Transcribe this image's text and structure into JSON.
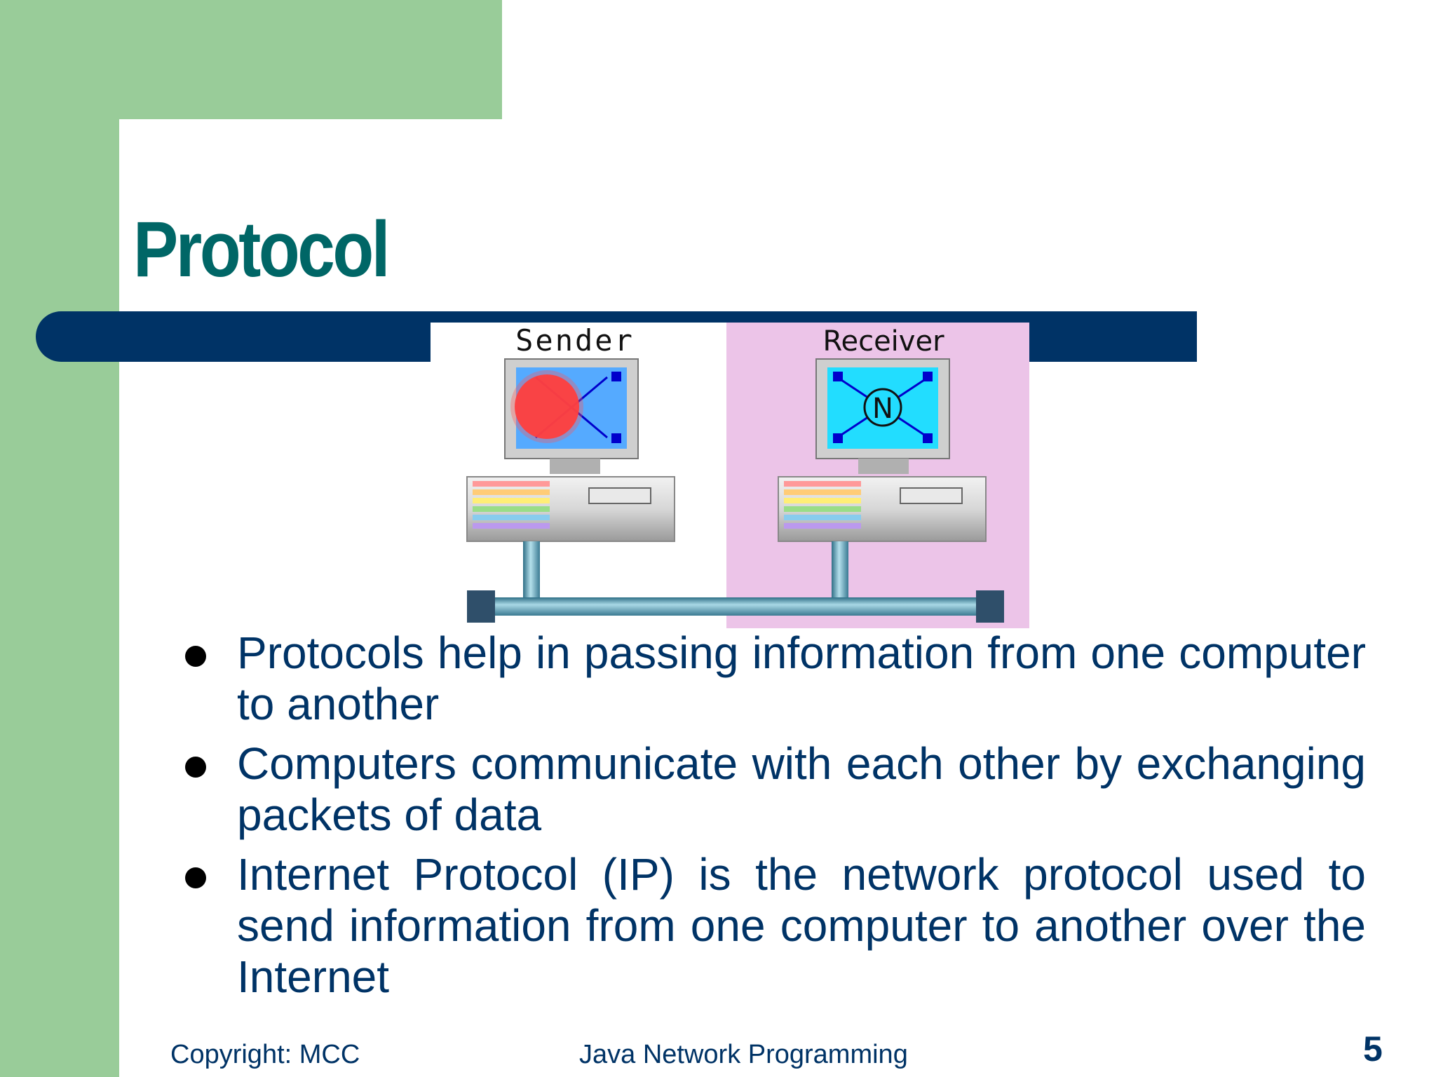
{
  "slide": {
    "title": "Protocol"
  },
  "diagram": {
    "sender_label": "Sender",
    "receiver_label": "Receiver",
    "receiver_screen_letter": "N",
    "icons": [
      "sender-computer-icon",
      "receiver-computer-icon",
      "network-cable-icon"
    ]
  },
  "bullets": [
    "Protocols help in passing information from one computer to another",
    "Computers communicate with each other by exchanging packets of data",
    "Internet Protocol (IP) is the network protocol used to send information from one computer to another over the Internet"
  ],
  "footer": {
    "copyright": "Copyright: MCC",
    "course": "Java Network Programming",
    "page_number": "5"
  },
  "colors": {
    "green_frame": "#99cc99",
    "navy": "#003366",
    "title_teal": "#006666",
    "receiver_panel": "#ecc4e8"
  }
}
